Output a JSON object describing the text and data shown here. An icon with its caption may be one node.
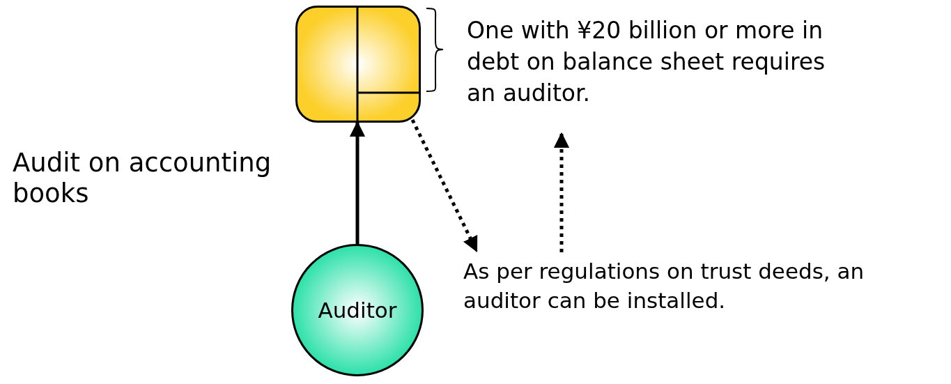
{
  "diagram": {
    "nodes": [
      {
        "text": [],
        "shape": "box"
      },
      {
        "text": [
          "Auditor"
        ]
      },
      {
        "text": [
          "As per regulations on trust deeds, an auditor can be installed."
        ]
      },
      {
        "text": [
          "One with ¥20 billion or more in debt on balance sheet requires an auditor."
        ]
      }
    ],
    "edges": [
      {
        "from": 1,
        "to": 0,
        "arrow": "to",
        "label": "Audit on accounting books"
      },
      {
        "from": 0,
        "to": 2,
        "arrow": "to",
        "style": "dashed"
      },
      {
        "from": 2,
        "to": 3,
        "arrow": "to",
        "style": "dashed"
      }
    ]
  }
}
